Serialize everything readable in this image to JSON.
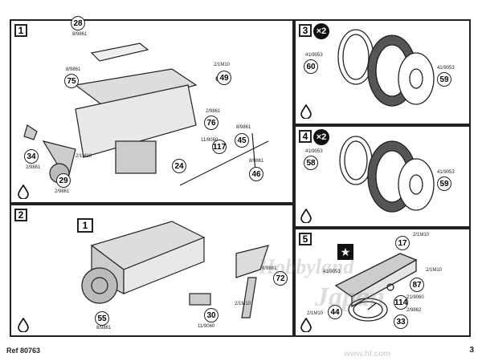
{
  "footer": {
    "ref": "Ref 80763",
    "page": "3"
  },
  "watermark": {
    "main": "Hobbyland",
    "sub": "Japan",
    "url": "www.hl.com"
  },
  "steps": [
    {
      "num": "1",
      "callouts": [
        "28",
        "75",
        "49",
        "76",
        "117",
        "45",
        "34",
        "29",
        "24",
        "46"
      ],
      "partnos": [
        "8/9861",
        "8/9861",
        "2/1M10",
        "2/9861",
        "8/9861",
        "2/9861",
        "8/9861",
        "2/9861",
        "11/9060",
        "2/1M10"
      ]
    },
    {
      "num": "2",
      "ref_step": "1",
      "callouts": [
        "72",
        "55",
        "30"
      ],
      "partnos": [
        "8/9861",
        "8/9861",
        "2/1M10",
        "11/9060"
      ]
    },
    {
      "num": "3",
      "multiplier": "×2",
      "callouts": [
        "60",
        "59"
      ],
      "partnos": [
        "41/9053",
        "41/9053"
      ]
    },
    {
      "num": "4",
      "multiplier": "×2",
      "callouts": [
        "58",
        "59"
      ],
      "partnos": [
        "41/9053",
        "41/9053"
      ]
    },
    {
      "num": "5",
      "star": "★",
      "callouts": [
        "17",
        "87",
        "114",
        "44",
        "33"
      ],
      "partnos": [
        "2/1M10",
        "41/9053",
        "2/1M10",
        "21/9060",
        "2/1M10",
        "2/9862"
      ]
    }
  ]
}
